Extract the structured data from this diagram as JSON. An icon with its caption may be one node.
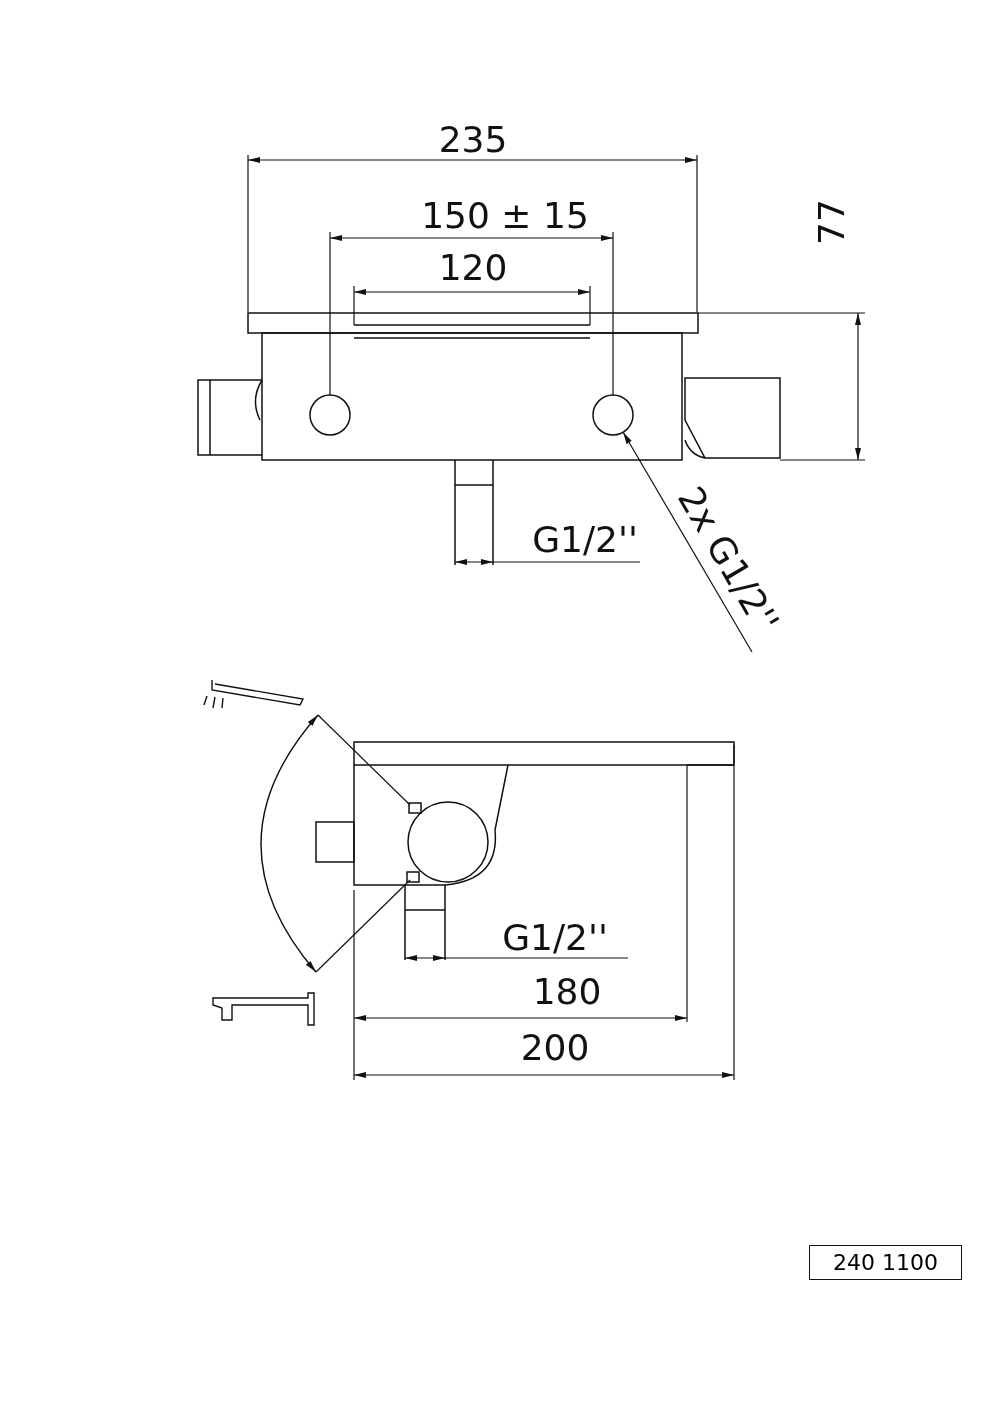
{
  "diagram": {
    "nodes": [
      {
        "text": [
          "2x G1/2''"
        ]
      },
      {
        "text": [],
        "shape": "circle"
      },
      {
        "text": [
          "240 1100"
        ]
      }
    ],
    "edges": [
      {
        "from": 0,
        "to": 1,
        "arrow": "to"
      }
    ],
    "labels": [
      "235",
      "150 ± 15",
      "120",
      "77",
      "G1/2''",
      "G1/2''",
      "180",
      "200"
    ]
  }
}
